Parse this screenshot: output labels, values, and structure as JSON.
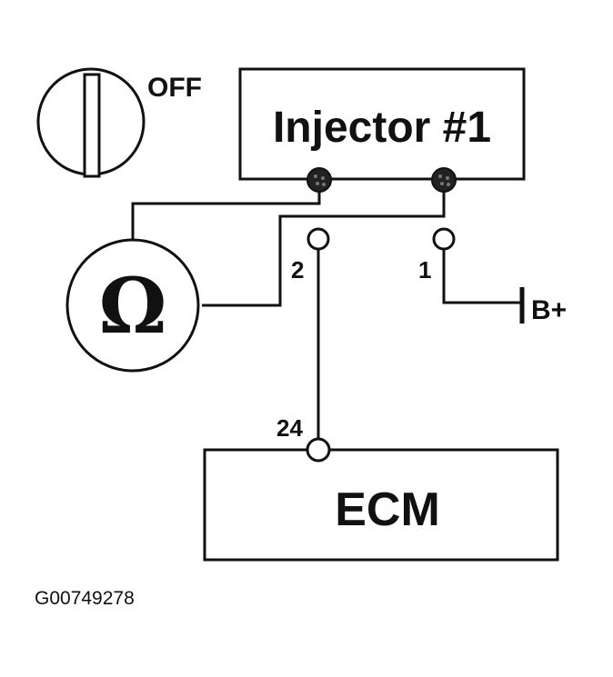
{
  "ignition_switch": {
    "position_label": "OFF"
  },
  "injector": {
    "label": "Injector #1"
  },
  "ohmmeter": {
    "symbol": "Ω"
  },
  "harness_connector": {
    "pin_2_label": "2",
    "pin_1_label": "1"
  },
  "battery": {
    "label": "B+"
  },
  "ecm": {
    "label": "ECM",
    "pin_label": "24"
  },
  "figure_code": "G00749278"
}
